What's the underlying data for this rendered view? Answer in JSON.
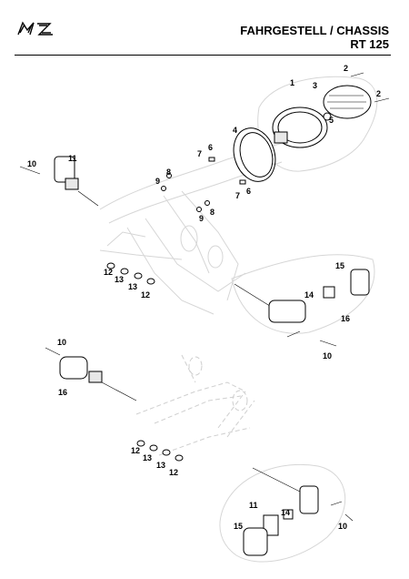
{
  "header": {
    "brand": "MZ",
    "title_line1": "FAHRGESTELL / CHASSIS",
    "title_line2": "RT 125"
  },
  "callouts": {
    "c1": "1",
    "c2a": "2",
    "c2b": "2",
    "c3": "3",
    "c4": "4",
    "c5": "5",
    "c6a": "6",
    "c6b": "6",
    "c7a": "7",
    "c7b": "7",
    "c8a": "8",
    "c8b": "8",
    "c9a": "9",
    "c9b": "9",
    "c10a": "10",
    "c10b": "10",
    "c10c": "10",
    "c10d": "10",
    "c11a": "11",
    "c11b": "11",
    "c12a": "12",
    "c12b": "12",
    "c12c": "12",
    "c12d": "12",
    "c13a": "13",
    "c13b": "13",
    "c13c": "13",
    "c13d": "13",
    "c14a": "14",
    "c14b": "14",
    "c15a": "15",
    "c15b": "15",
    "c16a": "16",
    "c16b": "16"
  }
}
